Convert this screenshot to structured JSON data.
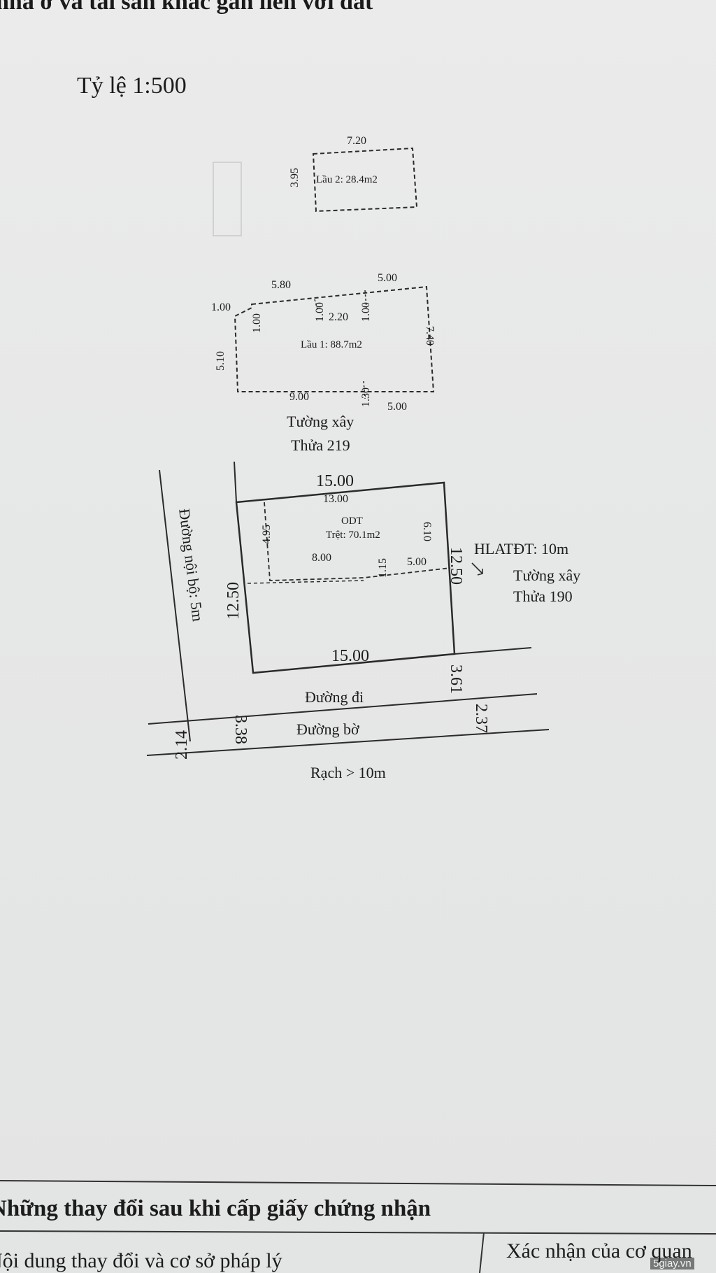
{
  "header": {
    "top_title_fragment": "nhà ở và tài sản khác gắn liền với đất",
    "scale": "Tỷ lệ 1:500"
  },
  "floor2": {
    "dim_top": "7.20",
    "dim_left": "3.95",
    "label": "Lầu 2: 28.4m2"
  },
  "floor1": {
    "dim_top_left": "5.80",
    "dim_top_right": "5.00",
    "dim_left_a": "1.00",
    "dim_left_b": "1.00",
    "dim_left_c": "5.10",
    "dim_mid_a": "1.00",
    "dim_mid_b": "2.20",
    "dim_mid_c": "1.00",
    "dim_right": "7.40",
    "dim_bottom_left": "9.00",
    "dim_bottom_mid": "1.30",
    "dim_bottom_right": "5.00",
    "label": "Lầu 1: 88.7m2"
  },
  "neighbor_top": {
    "wall": "Tường xây",
    "parcel": "Thửa 219"
  },
  "ground": {
    "dim_top": "15.00",
    "dim_inner_top": "13.00",
    "dim_inner_left": "4.95",
    "dim_inner_right": "6.10",
    "dim_inner_bottom_left": "8.00",
    "dim_inner_mid": "1.15",
    "dim_inner_bottom_right": "5.00",
    "dim_right": "12.50",
    "dim_left": "12.50",
    "dim_bottom": "15.00",
    "land_code": "ODT",
    "label": "Trệt: 70.1m2"
  },
  "right_side": {
    "setback": "HLATĐT: 10m",
    "wall": "Tường xây",
    "parcel": "Thửa 190"
  },
  "left_road": "Đường nội bộ: 5m",
  "lower": {
    "dim_left_1": "3.38",
    "dim_right_1": "3.61",
    "path": "Đường đi",
    "dim_left_2": "2.14",
    "dim_right_2": "2.37",
    "bank": "Đường bờ",
    "canal": "Rạch > 10m"
  },
  "footer": {
    "heading": "Những thay đổi sau khi cấp giấy chứng nhận",
    "col_left": "Nội dung thay đổi và cơ sở pháp lý",
    "col_right": "Xác nhận của cơ quan"
  },
  "watermark": "5giay.vn"
}
